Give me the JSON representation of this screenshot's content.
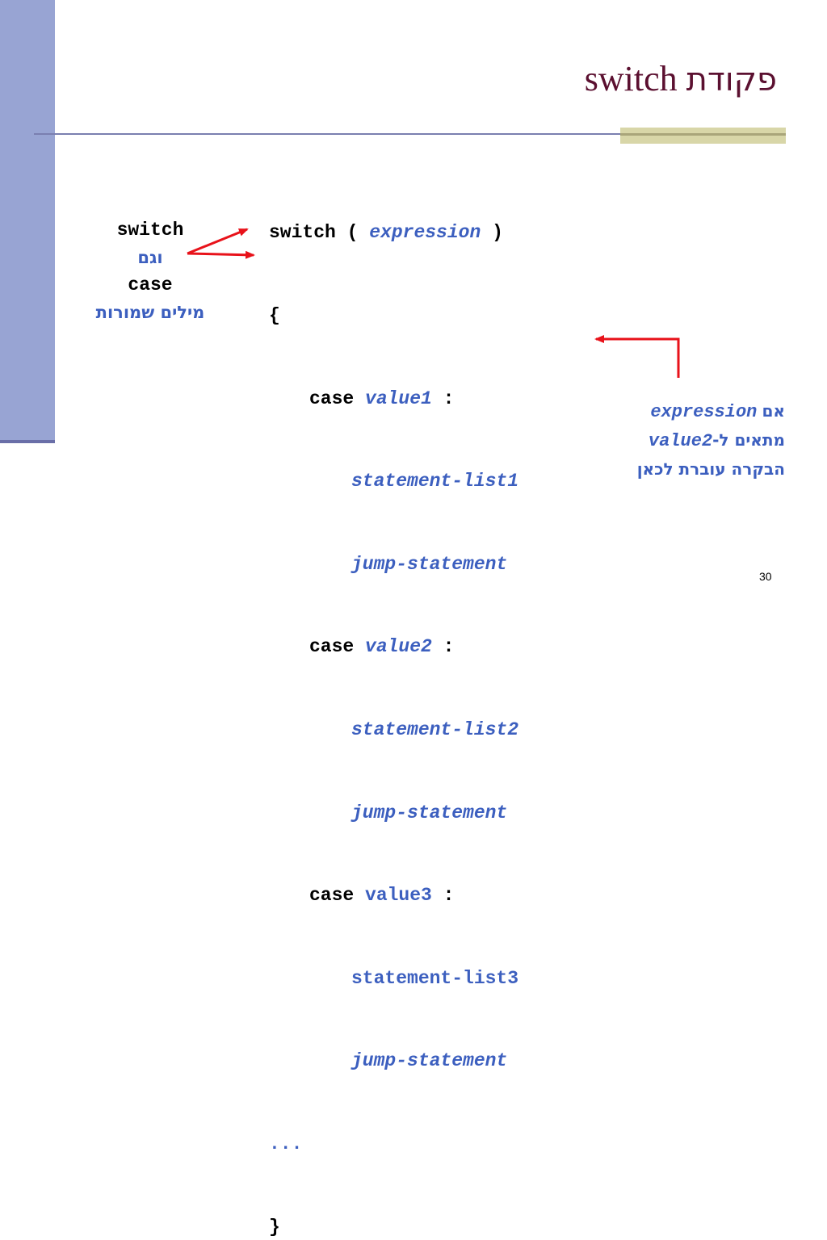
{
  "slide": {
    "title_word": "switch",
    "title_hebrew": "פקודת",
    "page_number": "30"
  },
  "code": {
    "line1_kw": "switch ( ",
    "line1_expr": "expression",
    "line1_end": " )",
    "open_brace": "{",
    "case_kw": "case ",
    "colon": " :",
    "case1_value": "value1",
    "case1_stmt": "statement-list1",
    "case1_jump": "jump-statement",
    "case2_value": "value2",
    "case2_stmt": "statement-list2",
    "case2_jump": "jump-statement",
    "case3_value": "value3",
    "case3_stmt": "statement-list3",
    "case3_jump": "jump-statement",
    "ellipsis": "...",
    "close_brace": "}"
  },
  "left_note": {
    "word1": "switch",
    "and": "וגם",
    "word2": "case",
    "reserved": "מילים שמורות"
  },
  "right_note": {
    "if_heb": "אם",
    "expression": "expression",
    "matches_heb": "מתאים ל-",
    "value2": "value2",
    "control_heb": "הבקרה עוברת לכאן"
  },
  "colors": {
    "accent_blue": "#3c5fbf",
    "title_color": "#5b1030",
    "arrow_red": "#e8121a",
    "side_bar": "#98a4d3"
  }
}
